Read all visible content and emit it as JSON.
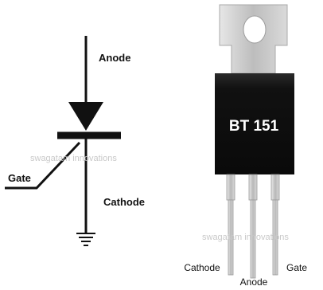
{
  "symbol": {
    "anode_label": "Anode",
    "gate_label": "Gate",
    "cathode_label": "Cathode"
  },
  "package": {
    "part_label": "BT 151",
    "pin_labels": {
      "cathode": "Cathode",
      "anode": "Anode",
      "gate": "Gate"
    }
  },
  "watermarks": {
    "symbol_side": "swagatam innovations",
    "package_side": "swagatam innovations"
  },
  "colors": {
    "ink": "#111111",
    "package_body": "#111111",
    "tab_metal": "#d2d2d2",
    "lead_metal": "#c4c4c4",
    "watermark": "#c9c9c9"
  }
}
